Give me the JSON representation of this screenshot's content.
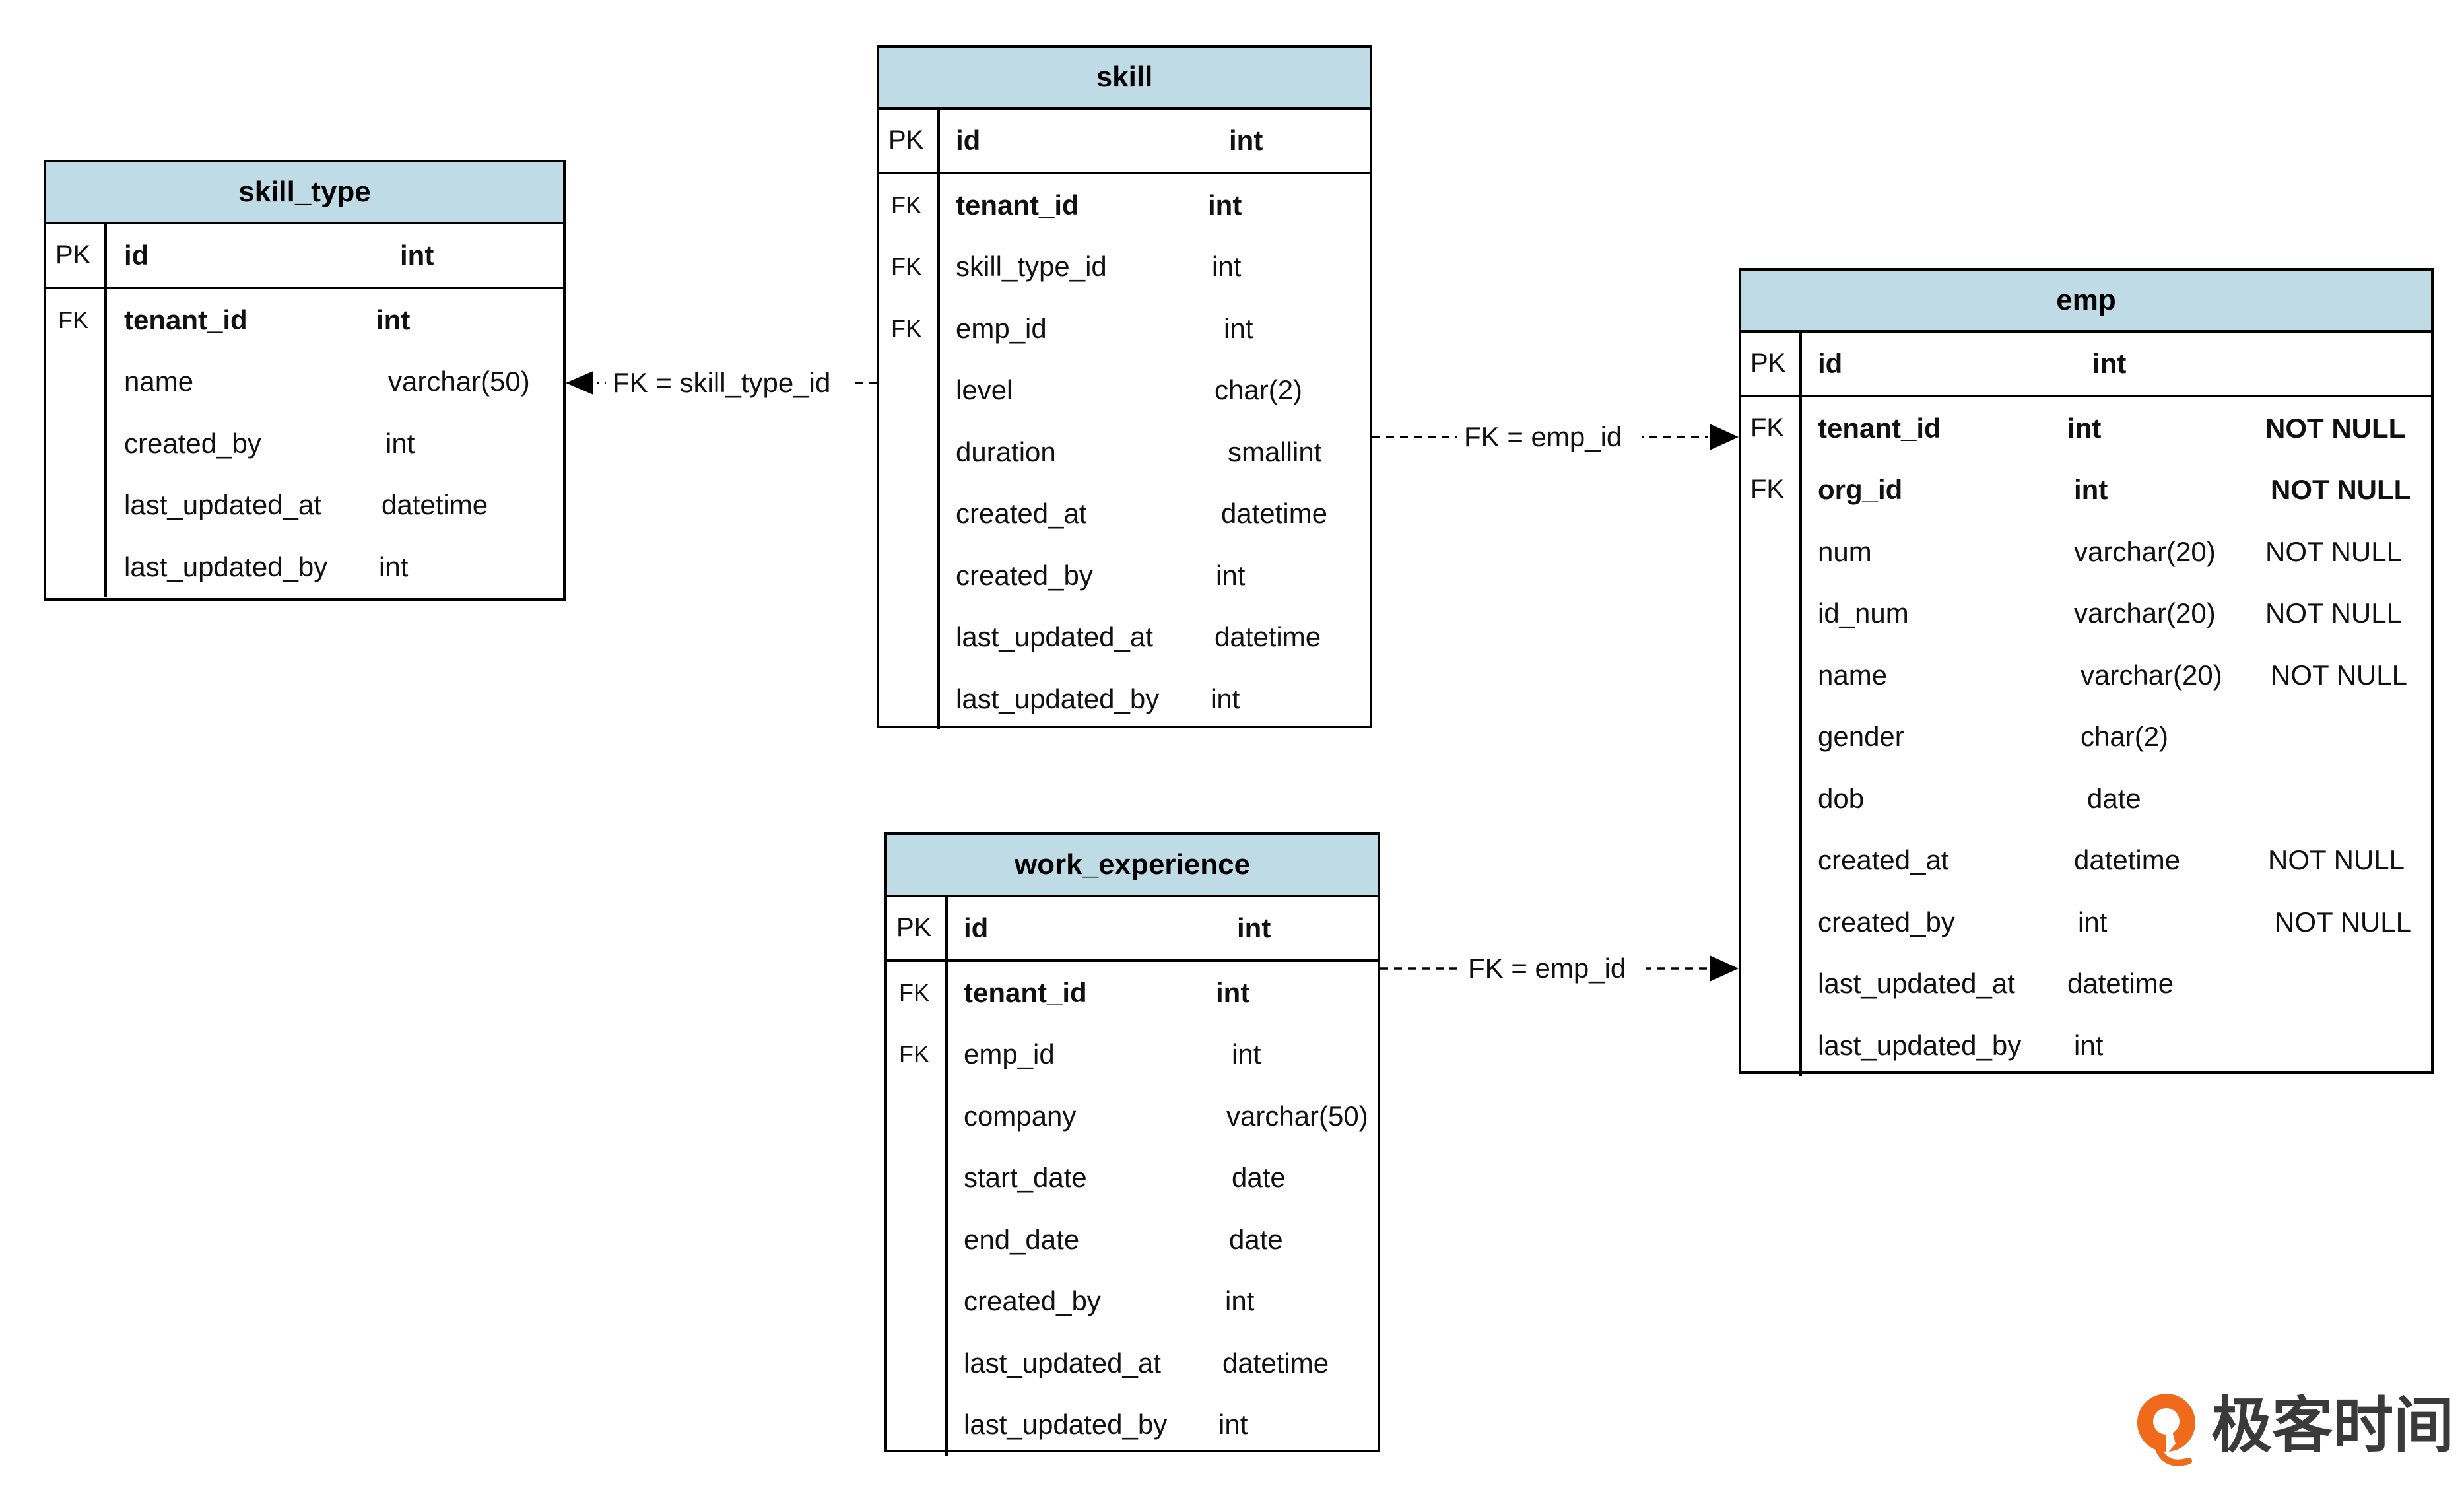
{
  "tables": {
    "skill_type": {
      "title": "skill_type",
      "pk": [
        {
          "key": "PK",
          "name": "id",
          "type": "int"
        }
      ],
      "rows": [
        {
          "key": "FK",
          "name": "tenant_id",
          "type": "int"
        },
        {
          "key": "",
          "name": "name",
          "type": "varchar(50)"
        },
        {
          "key": "",
          "name": "created_by",
          "type": "int"
        },
        {
          "key": "",
          "name": "last_updated_at",
          "type": "datetime"
        },
        {
          "key": "",
          "name": "last_updated_by",
          "type": "int"
        }
      ]
    },
    "skill": {
      "title": "skill",
      "pk": [
        {
          "key": "PK",
          "name": "id",
          "type": "int"
        }
      ],
      "rows": [
        {
          "key": "FK",
          "name": "tenant_id",
          "type": "int"
        },
        {
          "key": "FK",
          "name": "skill_type_id",
          "type": "int"
        },
        {
          "key": "FK",
          "name": "emp_id",
          "type": "int"
        },
        {
          "key": "",
          "name": "level",
          "type": "char(2)"
        },
        {
          "key": "",
          "name": "duration",
          "type": "smallint"
        },
        {
          "key": "",
          "name": "created_at",
          "type": "datetime"
        },
        {
          "key": "",
          "name": "created_by",
          "type": "int"
        },
        {
          "key": "",
          "name": "last_updated_at",
          "type": "datetime"
        },
        {
          "key": "",
          "name": "last_updated_by",
          "type": "int"
        }
      ]
    },
    "emp": {
      "title": "emp",
      "pk": [
        {
          "key": "PK",
          "name": "id",
          "type": "int",
          "constraint": ""
        }
      ],
      "rows": [
        {
          "key": "FK",
          "name": "tenant_id",
          "type": "int",
          "constraint": "NOT NULL"
        },
        {
          "key": "FK",
          "name": "org_id",
          "type": "int",
          "constraint": "NOT NULL"
        },
        {
          "key": "",
          "name": "num",
          "type": "varchar(20)",
          "constraint": "NOT NULL"
        },
        {
          "key": "",
          "name": "id_num",
          "type": "varchar(20)",
          "constraint": "NOT NULL"
        },
        {
          "key": "",
          "name": "name",
          "type": "varchar(20)",
          "constraint": "NOT NULL"
        },
        {
          "key": "",
          "name": "gender",
          "type": "char(2)",
          "constraint": ""
        },
        {
          "key": "",
          "name": "dob",
          "type": "date",
          "constraint": ""
        },
        {
          "key": "",
          "name": "created_at",
          "type": "datetime",
          "constraint": "NOT NULL"
        },
        {
          "key": "",
          "name": "created_by",
          "type": "int",
          "constraint": "NOT NULL"
        },
        {
          "key": "",
          "name": "last_updated_at",
          "type": "datetime",
          "constraint": ""
        },
        {
          "key": "",
          "name": "last_updated_by",
          "type": "int",
          "constraint": ""
        }
      ]
    },
    "work_experience": {
      "title": "work_experience",
      "pk": [
        {
          "key": "PK",
          "name": "id",
          "type": "int"
        }
      ],
      "rows": [
        {
          "key": "FK",
          "name": "tenant_id",
          "type": "int"
        },
        {
          "key": "FK",
          "name": "emp_id",
          "type": "int"
        },
        {
          "key": "",
          "name": "company",
          "type": "varchar(50)"
        },
        {
          "key": "",
          "name": "start_date",
          "type": "date"
        },
        {
          "key": "",
          "name": "end_date",
          "type": "date"
        },
        {
          "key": "",
          "name": "created_by",
          "type": "int"
        },
        {
          "key": "",
          "name": "last_updated_at",
          "type": "datetime"
        },
        {
          "key": "",
          "name": "last_updated_by",
          "type": "int"
        }
      ]
    }
  },
  "relations": {
    "skill_to_skill_type": "FK = skill_type_id",
    "skill_to_emp": "FK = emp_id",
    "work_experience_to_emp": "FK = emp_id"
  },
  "logo": {
    "text": "极客时间"
  },
  "colors": {
    "header_fill": "#bfdce6",
    "border": "#000000",
    "logo_orange": "#f06a1b"
  }
}
